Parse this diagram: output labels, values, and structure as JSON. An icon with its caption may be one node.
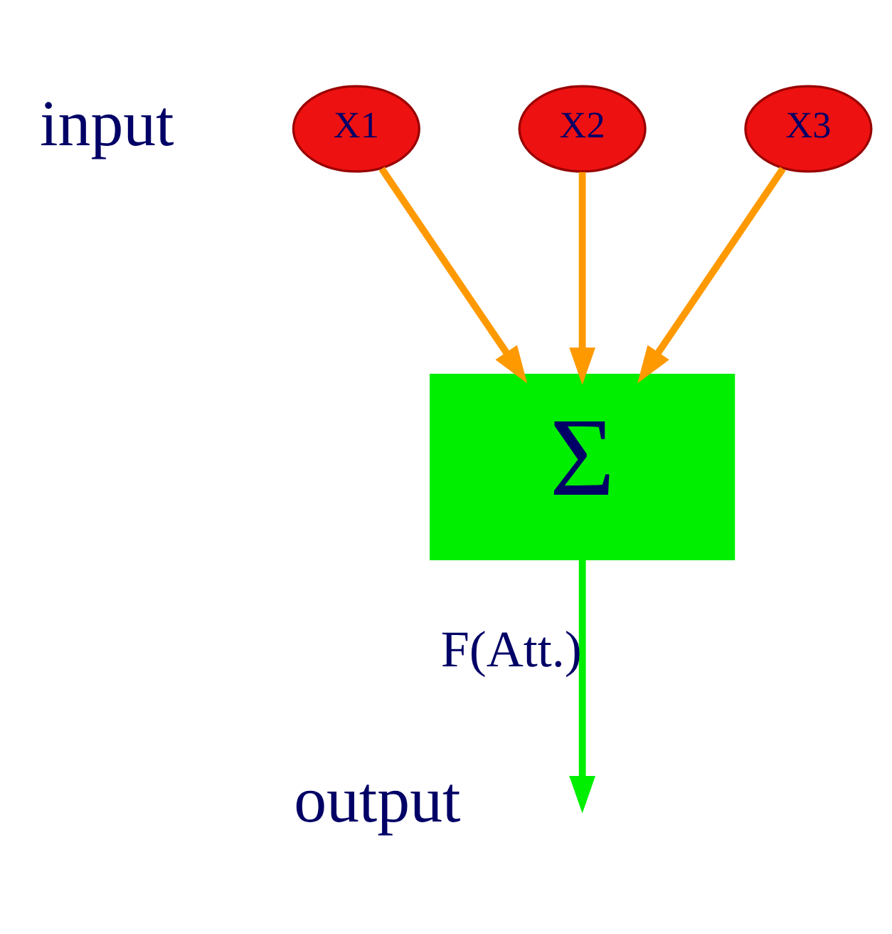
{
  "diagram": {
    "nodes": [
      {
        "text": [
          "X1"
        ]
      },
      {
        "text": [
          "X2"
        ]
      },
      {
        "text": [
          "X3"
        ]
      },
      {
        "text": [
          "Σ"
        ]
      }
    ],
    "edges": [
      {
        "from": 0,
        "to": 3,
        "arrow": "to"
      },
      {
        "from": 1,
        "to": 3,
        "arrow": "to"
      },
      {
        "from": 2,
        "to": 3,
        "arrow": "to"
      },
      {
        "from": 3,
        "to": null,
        "arrow": "to",
        "label": "F(Att.)",
        "color": "#00ee00"
      }
    ],
    "labels": [
      "input",
      "output"
    ]
  }
}
